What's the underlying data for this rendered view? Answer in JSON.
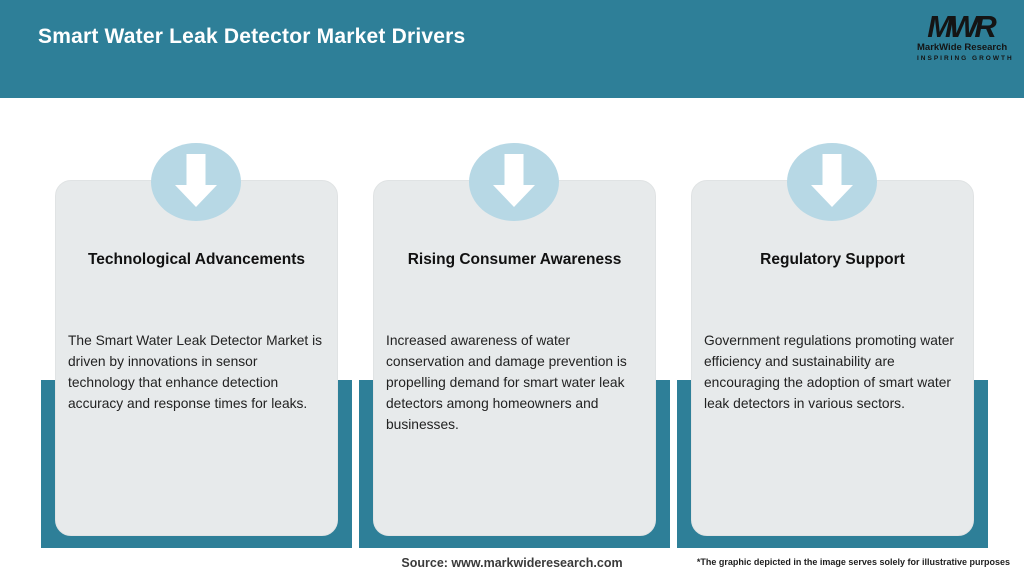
{
  "header": {
    "title": "Smart Water Leak Detector Market Drivers",
    "logo": {
      "monogram": "MWR",
      "name": "MarkWide Research",
      "tagline": "INSPIRING GROWTH"
    }
  },
  "cards": [
    {
      "icon": "down-arrow-icon",
      "title": "Technological Advancements",
      "body": "The Smart Water Leak Detector Market is driven by innovations in sensor technology that enhance detection accuracy and response times for leaks."
    },
    {
      "icon": "down-arrow-icon",
      "title": "Rising Consumer Awareness",
      "body": "Increased awareness of water conservation and damage prevention is propelling demand for smart water leak detectors among homeowners and businesses."
    },
    {
      "icon": "down-arrow-icon",
      "title": "Regulatory Support",
      "body": "Government regulations promoting water efficiency and sustainability are encouraging the adoption of smart water leak detectors in various sectors."
    }
  ],
  "footer": {
    "source": "Source: www.markwideresearch.com",
    "disclaimer": "*The graphic depicted in the image serves solely for illustrative purposes"
  },
  "colors": {
    "teal": "#2E7F98",
    "card_bg": "#E7EAEB",
    "circle_blue": "#B7D8E5",
    "arrow": "#FFFFFF",
    "header_text": "#FFFFFF"
  }
}
